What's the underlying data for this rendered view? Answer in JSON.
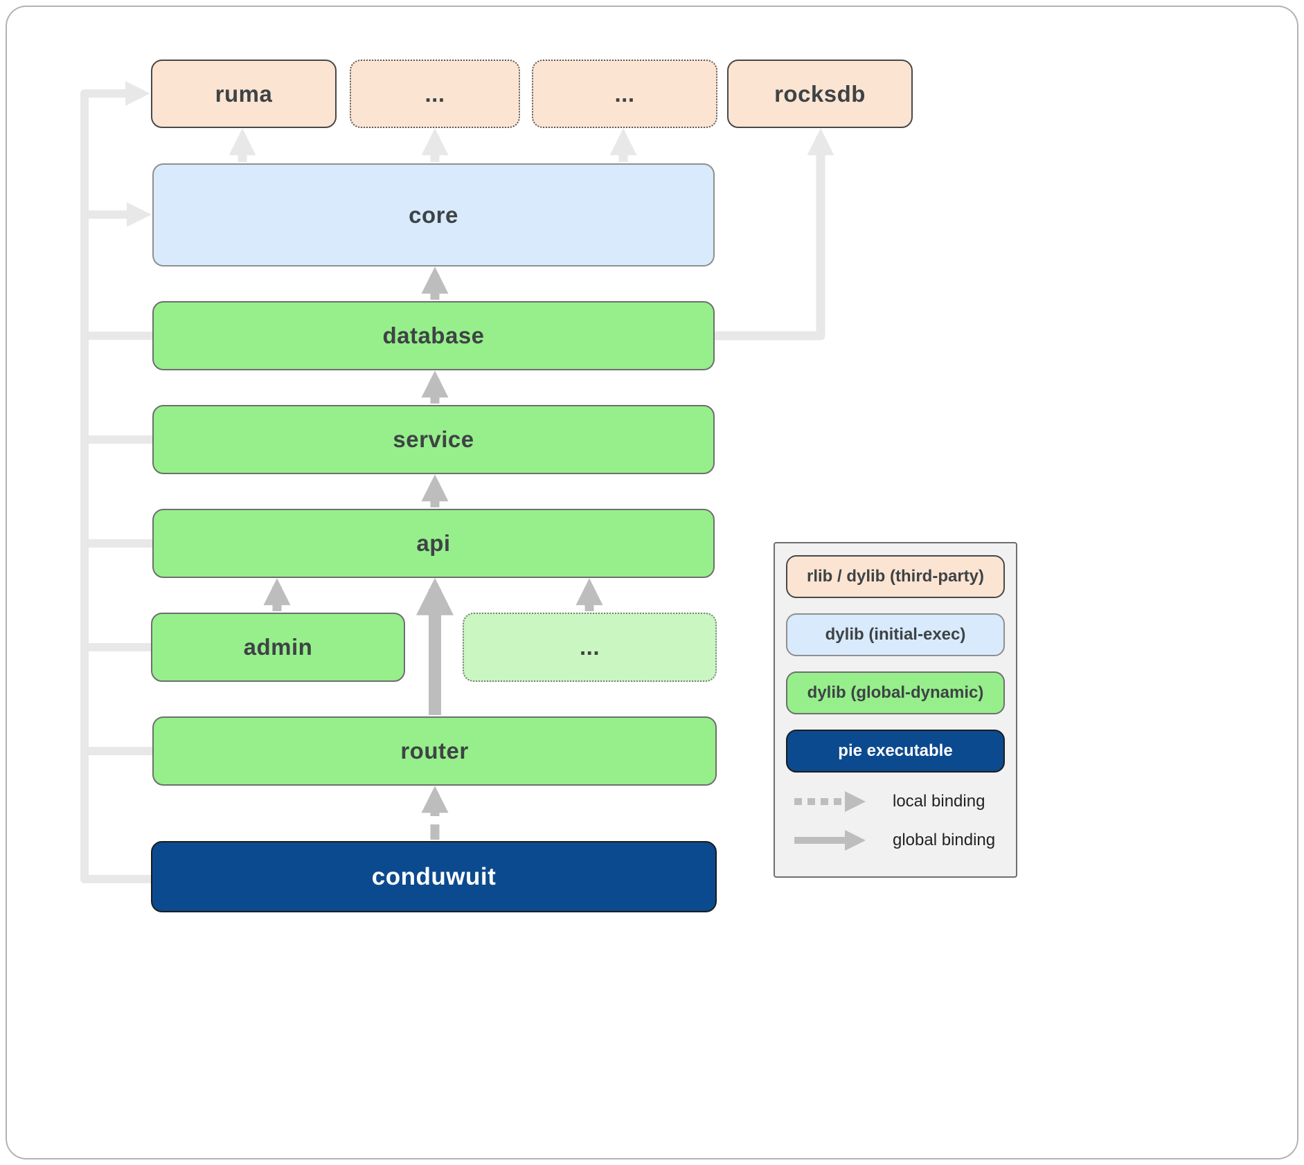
{
  "nodes": {
    "ruma": {
      "label": "ruma"
    },
    "ellipsis_top_left": {
      "label": "..."
    },
    "ellipsis_top_right": {
      "label": "..."
    },
    "rocksdb": {
      "label": "rocksdb"
    },
    "core": {
      "label": "core"
    },
    "database": {
      "label": "database"
    },
    "service": {
      "label": "service"
    },
    "api": {
      "label": "api"
    },
    "admin": {
      "label": "admin"
    },
    "ellipsis_middle": {
      "label": "..."
    },
    "router": {
      "label": "router"
    },
    "conduwuit": {
      "label": "conduwuit"
    }
  },
  "legend": {
    "items": [
      {
        "label": "rlib / dylib (third-party)",
        "color": "#fce4d2"
      },
      {
        "label": "dylib (initial-exec)",
        "color": "#d8eafc"
      },
      {
        "label": "dylib (global-dynamic)",
        "color": "#96ef8b"
      },
      {
        "label": "pie executable",
        "color": "#0c4a8f"
      }
    ],
    "bindings": [
      {
        "label": "local binding",
        "style": "dashed"
      },
      {
        "label": "global binding",
        "style": "solid"
      }
    ]
  },
  "colors": {
    "arrow_light": "#e8e8e8",
    "arrow_mid": "#bdbdbd",
    "third_party_fill": "#fce4d2",
    "initial_exec_fill": "#d8eafc",
    "global_dynamic_fill": "#96ef8b",
    "global_dynamic_dotted_fill": "#c9f6c1",
    "executable_fill": "#0c4a8f"
  }
}
